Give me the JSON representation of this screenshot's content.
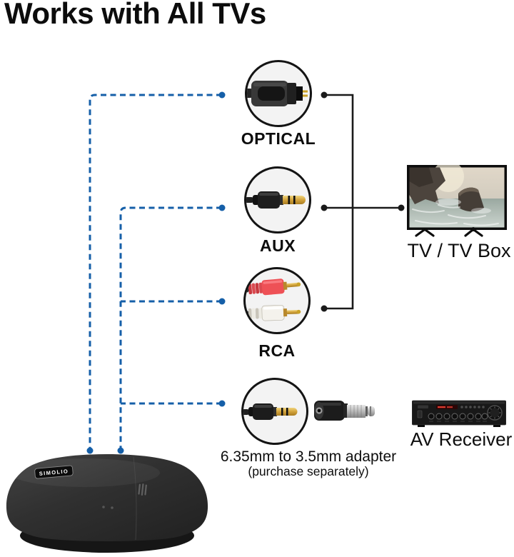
{
  "title": "Works with All TVs",
  "colors": {
    "accent_blue": "#155fa8",
    "line_black": "#1a1a1a",
    "rca_red": "#ee5156",
    "gold": "#cfa130"
  },
  "connectors": [
    {
      "id": "optical",
      "label": "OPTICAL",
      "icon": "optical-toslink-plug-icon"
    },
    {
      "id": "aux",
      "label": "AUX",
      "icon": "aux-3-5mm-plug-icon"
    },
    {
      "id": "rca",
      "label": "RCA",
      "icon": "rca-red-white-plugs-icon"
    },
    {
      "id": "adapter",
      "label": "6.35mm to 3.5mm adapter",
      "sublabel": "(purchase separately)",
      "icon": "jack-with-6-35mm-adapter-icon"
    }
  ],
  "devices": {
    "tv": {
      "label": "TV / TV Box"
    },
    "av_receiver": {
      "label": "AV Receiver"
    },
    "transmitter": {
      "brand": "SIMOLIO"
    }
  }
}
